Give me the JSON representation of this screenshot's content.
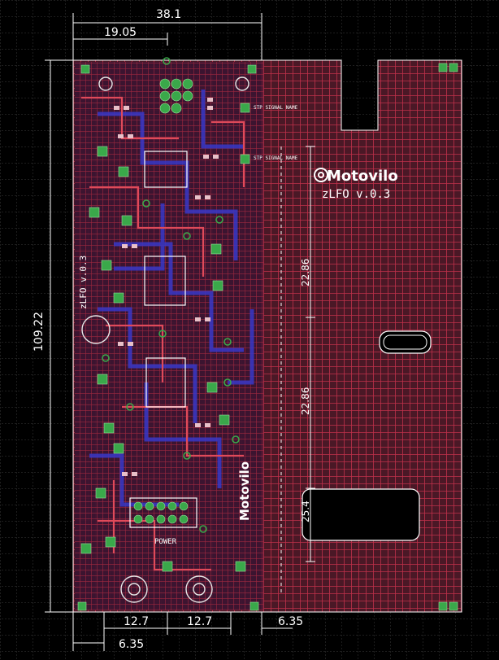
{
  "dimensions": {
    "top_total": "38.1",
    "top_half": "19.05",
    "left_height": "109.22",
    "bottom_left": "12.7",
    "bottom_mid": "12.7",
    "bottom_small": "6.35",
    "bottom_right": "6.35",
    "right_upper": "22.86",
    "right_mid": "22.86",
    "right_slot": "25.4"
  },
  "silkscreen": {
    "brand": "Motovilo",
    "product": "zLFO v.0.3",
    "side_version": "zLFO v.0.3",
    "stp_label_1": "STP SIGNAL NAME",
    "stp_label_2": "STP SIGNAL NAME",
    "power_label": "POWER"
  },
  "colors": {
    "background": "#000000",
    "grid": "#3a3a3a",
    "board_fill": "#5a1f2e",
    "copper_top": "#c0304a",
    "copper_bottom": "#3838c8",
    "pad": "#3aa84a",
    "dimension": "#ffffff"
  }
}
